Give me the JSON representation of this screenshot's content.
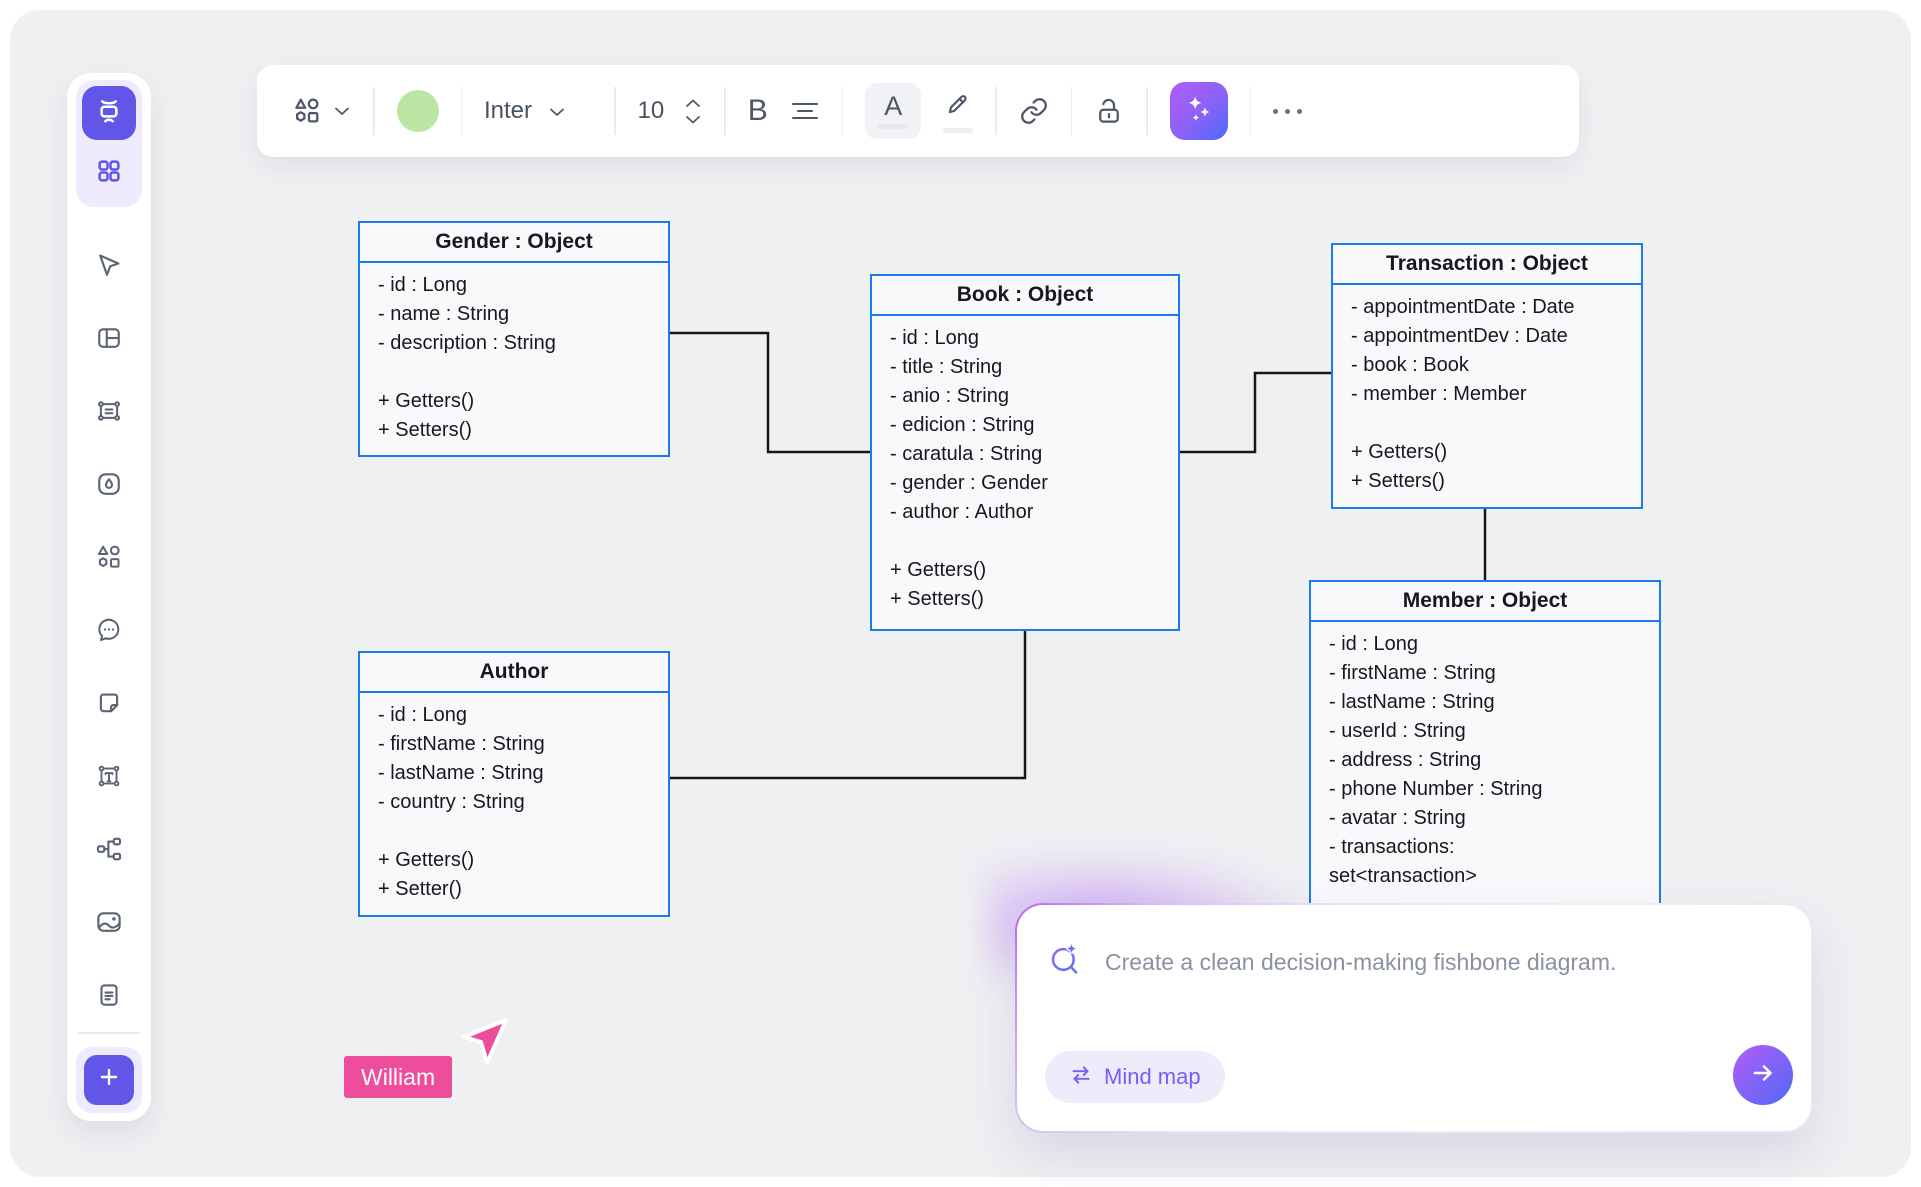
{
  "toolbar": {
    "font_select": {
      "value": "Inter"
    },
    "font_size": {
      "value": "10"
    },
    "bold_label": "B",
    "icons": [
      "shape-picker",
      "chevron-down",
      "fill-color-swatch",
      "font-chevron",
      "size-stepper",
      "bold",
      "align",
      "text-color",
      "highlighter",
      "link",
      "lock-open",
      "ai-assistant",
      "more-options"
    ]
  },
  "sidebar": {
    "icons": [
      "board-logo",
      "templates-grid",
      "select-cursor",
      "layout",
      "slide-frame",
      "draw",
      "shapes",
      "comment",
      "sticky-note",
      "text-box",
      "mind-map",
      "image",
      "document",
      "add"
    ]
  },
  "canvas": {
    "classes": {
      "gender": {
        "title": "Gender : Object",
        "attributes": [
          "- id : Long",
          "- name : String",
          "- description : String"
        ],
        "methods": [
          "+ Getters()",
          "+ Setters()"
        ]
      },
      "book": {
        "title": "Book : Object",
        "attributes": [
          "- id : Long",
          "- title : String",
          "- anio : String",
          "- edicion : String",
          "- caratula : String",
          "- gender : Gender",
          "- author : Author"
        ],
        "methods": [
          "+ Getters()",
          "+ Setters()"
        ]
      },
      "transaction": {
        "title": "Transaction : Object",
        "attributes": [
          "- appointmentDate : Date",
          "- appointmentDev : Date",
          "- book : Book",
          "- member : Member"
        ],
        "methods": [
          "+ Getters()",
          "+ Setters()"
        ]
      },
      "author": {
        "title": "Author",
        "attributes": [
          "- id : Long",
          "- firstName : String",
          "- lastName : String",
          "- country : String"
        ],
        "methods": [
          "+ Getters()",
          "+ Setter()"
        ]
      },
      "member": {
        "title": "Member : Object",
        "attributes": [
          "- id : Long",
          "- firstName : String",
          "- lastName : String",
          "- userId : String",
          "- address : String",
          "- phone Number : String",
          "- avatar : String",
          "- transactions:",
          "set<transaction>"
        ],
        "methods": []
      }
    },
    "collaborator": {
      "name": "William"
    }
  },
  "ai_panel": {
    "placeholder": "Create a clean decision-making fishbone diagram.",
    "chip_label": "Mind map"
  },
  "colors": {
    "accent_purple": "#6156e8",
    "box_border_blue": "#1a7af0",
    "collaborator_pink": "#ee4d9c",
    "swatch_green": "#bce5a3",
    "ai_gradient_start": "#b05ef6",
    "ai_gradient_end": "#4d68f8"
  }
}
